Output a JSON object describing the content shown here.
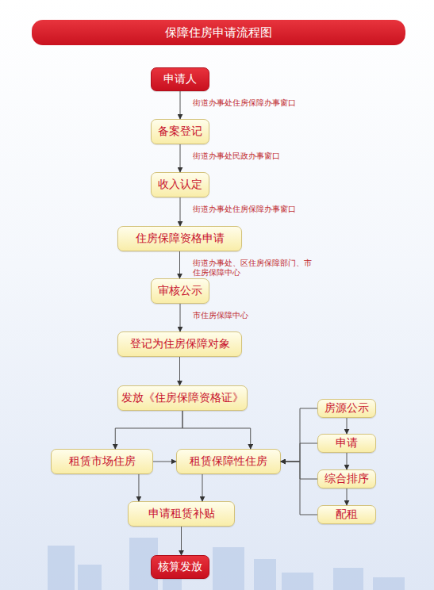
{
  "diagram": {
    "title": "保障住房申请流程图",
    "nodes": [
      {
        "text": [
          "申请人"
        ]
      },
      {
        "text": [
          "备案登记"
        ]
      },
      {
        "text": [
          "收入认定"
        ]
      },
      {
        "text": [
          "住房保障资格申请"
        ]
      },
      {
        "text": [
          "审核公示"
        ]
      },
      {
        "text": [
          "登记为住房保障对象"
        ]
      },
      {
        "text": [
          "发放《住房保障资格证》"
        ]
      },
      {
        "text": [
          "租赁市场住房"
        ]
      },
      {
        "text": [
          "租赁保障性住房"
        ]
      },
      {
        "text": [
          "房源公示"
        ]
      },
      {
        "text": [
          "申请"
        ]
      },
      {
        "text": [
          "综合排序"
        ]
      },
      {
        "text": [
          "配租"
        ]
      },
      {
        "text": [
          "申请租赁补贴"
        ]
      },
      {
        "text": [
          "核算发放"
        ]
      }
    ],
    "edges": [
      {
        "from": 0,
        "to": 1,
        "arrow": "to",
        "label": "街道办事处住房保障办事窗口"
      },
      {
        "from": 1,
        "to": 2,
        "arrow": "to",
        "label": "街道办事处民政办事窗口"
      },
      {
        "from": 2,
        "to": 3,
        "arrow": "to",
        "label": "街道办事处住房保障办事窗口"
      },
      {
        "from": 3,
        "to": 4,
        "arrow": "to",
        "label": "街道办事处、区住房保障部门、市住房保障中心"
      },
      {
        "from": 4,
        "to": 5,
        "arrow": "to",
        "label": "市住房保障中心"
      },
      {
        "from": 5,
        "to": 6,
        "arrow": "to"
      },
      {
        "from": 6,
        "to": 7,
        "arrow": "to"
      },
      {
        "from": 6,
        "to": 8,
        "arrow": "to"
      },
      {
        "from": 7,
        "to": 8,
        "arrow": "to"
      },
      {
        "from": 9,
        "to": 10,
        "arrow": "to"
      },
      {
        "from": 10,
        "to": 11,
        "arrow": "to"
      },
      {
        "from": 11,
        "to": 12,
        "arrow": "to"
      },
      {
        "from": 9,
        "to": 8,
        "arrow": "to"
      },
      {
        "from": 10,
        "to": 8,
        "arrow": "to"
      },
      {
        "from": 11,
        "to": 8,
        "arrow": "to"
      },
      {
        "from": 12,
        "to": 8,
        "arrow": "to"
      },
      {
        "from": 7,
        "to": 13,
        "arrow": "to"
      },
      {
        "from": 8,
        "to": 13,
        "arrow": "to"
      },
      {
        "from": 13,
        "to": 14,
        "arrow": "to"
      }
    ]
  }
}
